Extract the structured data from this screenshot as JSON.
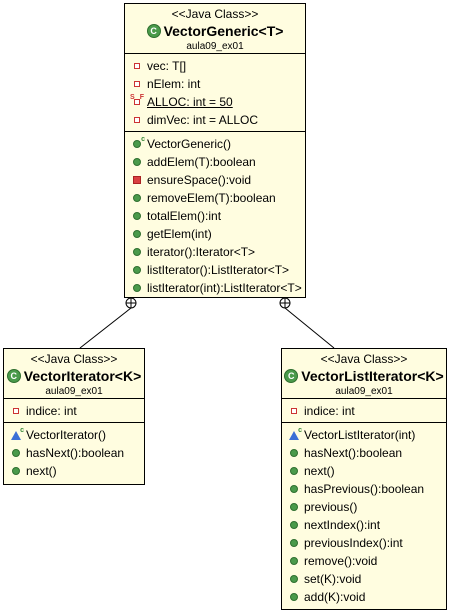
{
  "classes": {
    "vector_generic": {
      "stereotype": "<<Java Class>>",
      "icon_letter": "C",
      "name": "VectorGeneric<T>",
      "package": "aula09_ex01",
      "fields": [
        {
          "icon": "private-field-icon",
          "text": "vec: T[]"
        },
        {
          "icon": "private-field-icon",
          "text": "nElem: int"
        },
        {
          "icon": "static-final-field-icon",
          "text": "ALLOC: int = 50"
        },
        {
          "icon": "private-field-icon",
          "text": "dimVec: int = ALLOC"
        }
      ],
      "methods": [
        {
          "icon": "constructor-icon",
          "text": "VectorGeneric()"
        },
        {
          "icon": "public-method-icon",
          "text": "addElem(T):boolean"
        },
        {
          "icon": "private-method-icon",
          "text": "ensureSpace():void"
        },
        {
          "icon": "public-method-icon",
          "text": "removeElem(T):boolean"
        },
        {
          "icon": "public-method-icon",
          "text": "totalElem():int"
        },
        {
          "icon": "public-method-icon",
          "text": "getElem(int)"
        },
        {
          "icon": "public-method-icon",
          "text": "iterator():Iterator<T>"
        },
        {
          "icon": "public-method-icon",
          "text": "listIterator():ListIterator<T>"
        },
        {
          "icon": "public-method-icon",
          "text": "listIterator(int):ListIterator<T>"
        }
      ]
    },
    "vector_iterator": {
      "stereotype": "<<Java Class>>",
      "icon_letter": "C",
      "name": "VectorIterator<K>",
      "package": "aula09_ex01",
      "fields": [
        {
          "icon": "private-field-icon",
          "text": "indice: int"
        }
      ],
      "methods": [
        {
          "icon": "package-constructor-icon",
          "text": "VectorIterator()"
        },
        {
          "icon": "public-method-icon",
          "text": "hasNext():boolean"
        },
        {
          "icon": "public-method-icon",
          "text": "next()"
        }
      ]
    },
    "vector_list_iterator": {
      "stereotype": "<<Java Class>>",
      "icon_letter": "C",
      "name": "VectorListIterator<K>",
      "package": "aula09_ex01",
      "fields": [
        {
          "icon": "private-field-icon",
          "text": "indice: int"
        }
      ],
      "methods": [
        {
          "icon": "package-constructor-icon",
          "text": "VectorListIterator(int)"
        },
        {
          "icon": "public-method-icon",
          "text": "hasNext():boolean"
        },
        {
          "icon": "public-method-icon",
          "text": "next()"
        },
        {
          "icon": "public-method-icon",
          "text": "hasPrevious():boolean"
        },
        {
          "icon": "public-method-icon",
          "text": "previous()"
        },
        {
          "icon": "public-method-icon",
          "text": "nextIndex():int"
        },
        {
          "icon": "public-method-icon",
          "text": "previousIndex():int"
        },
        {
          "icon": "public-method-icon",
          "text": "remove():void"
        },
        {
          "icon": "public-method-icon",
          "text": "set(K):void"
        },
        {
          "icon": "public-method-icon",
          "text": "add(K):void"
        }
      ]
    }
  },
  "relations": [
    {
      "from": "vector_generic",
      "to": "vector_iterator",
      "type": "nested-class"
    },
    {
      "from": "vector_generic",
      "to": "vector_list_iterator",
      "type": "nested-class"
    }
  ],
  "colors": {
    "class_fill": "#fffde0",
    "public_member": "#4a9a4a",
    "private_member": "#d94040",
    "package_constructor": "#3b6fd6"
  }
}
